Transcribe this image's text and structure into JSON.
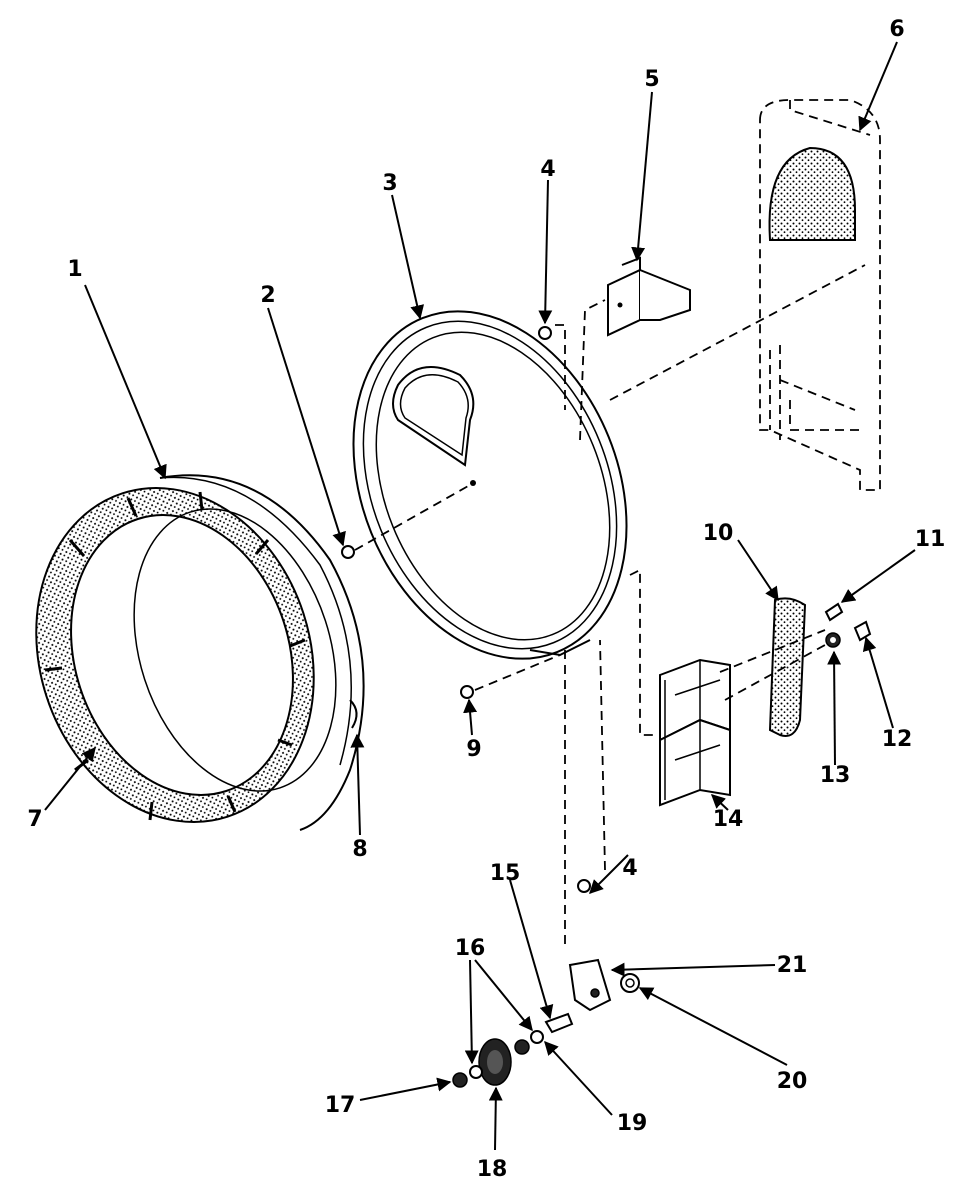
{
  "callouts": [
    {
      "id": "1",
      "text": "1"
    },
    {
      "id": "2",
      "text": "2"
    },
    {
      "id": "3",
      "text": "3"
    },
    {
      "id": "4a",
      "text": "4"
    },
    {
      "id": "5",
      "text": "5"
    },
    {
      "id": "6",
      "text": "6"
    },
    {
      "id": "7",
      "text": "7"
    },
    {
      "id": "8",
      "text": "8"
    },
    {
      "id": "9",
      "text": "9"
    },
    {
      "id": "10",
      "text": "10"
    },
    {
      "id": "11",
      "text": "11"
    },
    {
      "id": "12",
      "text": "12"
    },
    {
      "id": "13",
      "text": "13"
    },
    {
      "id": "14",
      "text": "14"
    },
    {
      "id": "4b",
      "text": "4"
    },
    {
      "id": "15",
      "text": "15"
    },
    {
      "id": "16",
      "text": "16"
    },
    {
      "id": "17",
      "text": "17"
    },
    {
      "id": "18",
      "text": "18"
    },
    {
      "id": "19",
      "text": "19"
    },
    {
      "id": "20",
      "text": "20"
    },
    {
      "id": "21",
      "text": "21"
    }
  ]
}
